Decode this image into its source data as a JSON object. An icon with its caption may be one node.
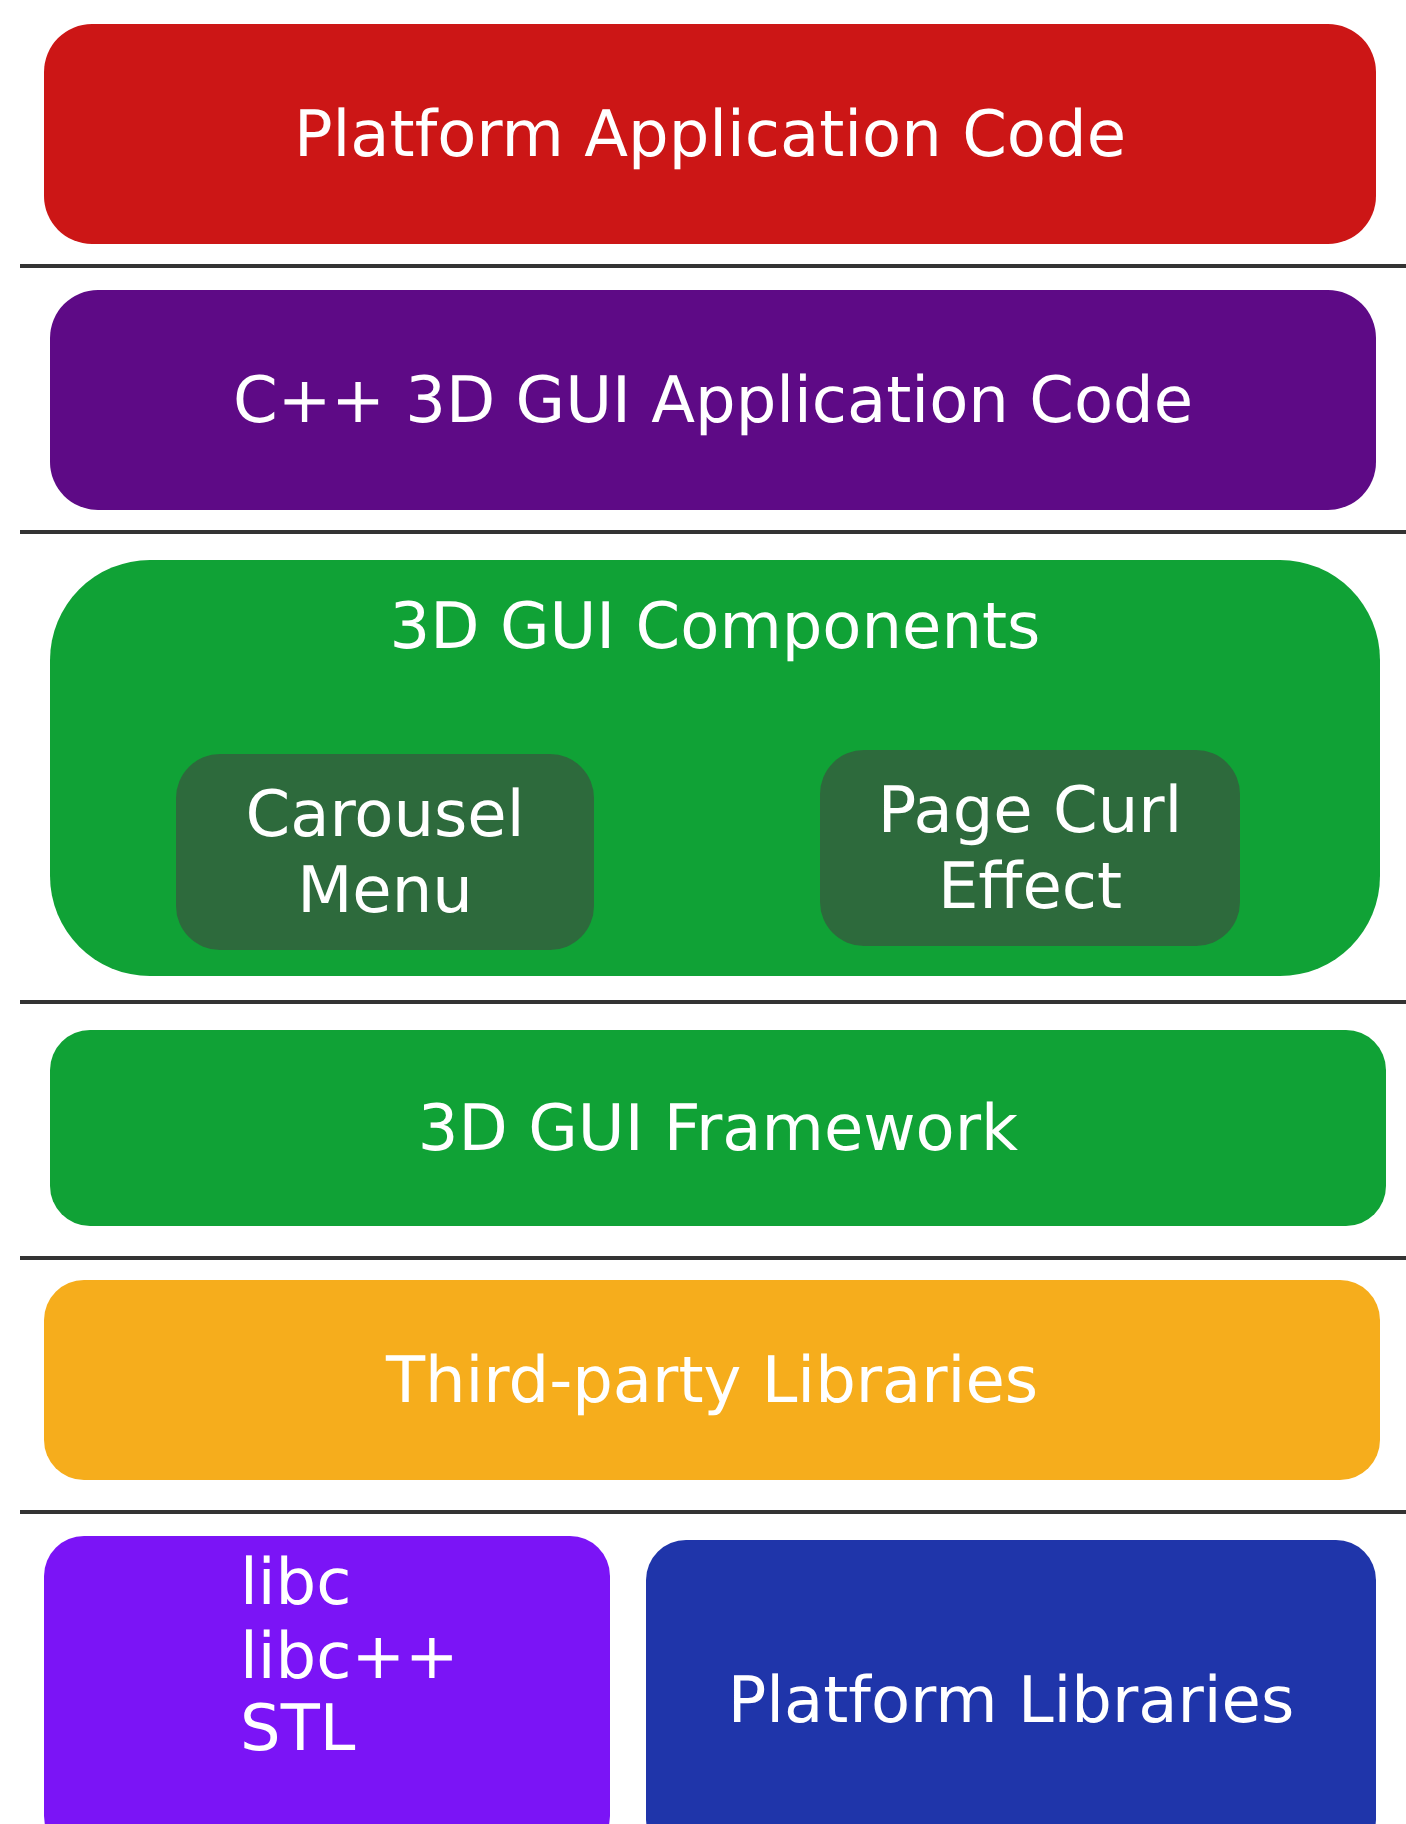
{
  "diagram": {
    "nodes": [
      {
        "text": [
          "Platform Application Code"
        ]
      },
      {
        "text": [
          "C++ 3D GUI Application Code"
        ]
      },
      {
        "text": [
          "3D GUI Components"
        ]
      },
      {
        "text": [
          "Carousel Menu"
        ],
        "in": 2
      },
      {
        "text": [
          "Page Curl Effect"
        ],
        "in": 2
      },
      {
        "text": [
          "3D GUI Framework"
        ]
      },
      {
        "text": [
          "Third-party Libraries"
        ]
      },
      {
        "text": [
          "libc",
          "libc++",
          "STL"
        ]
      },
      {
        "text": [
          "Platform Libraries"
        ]
      }
    ]
  }
}
